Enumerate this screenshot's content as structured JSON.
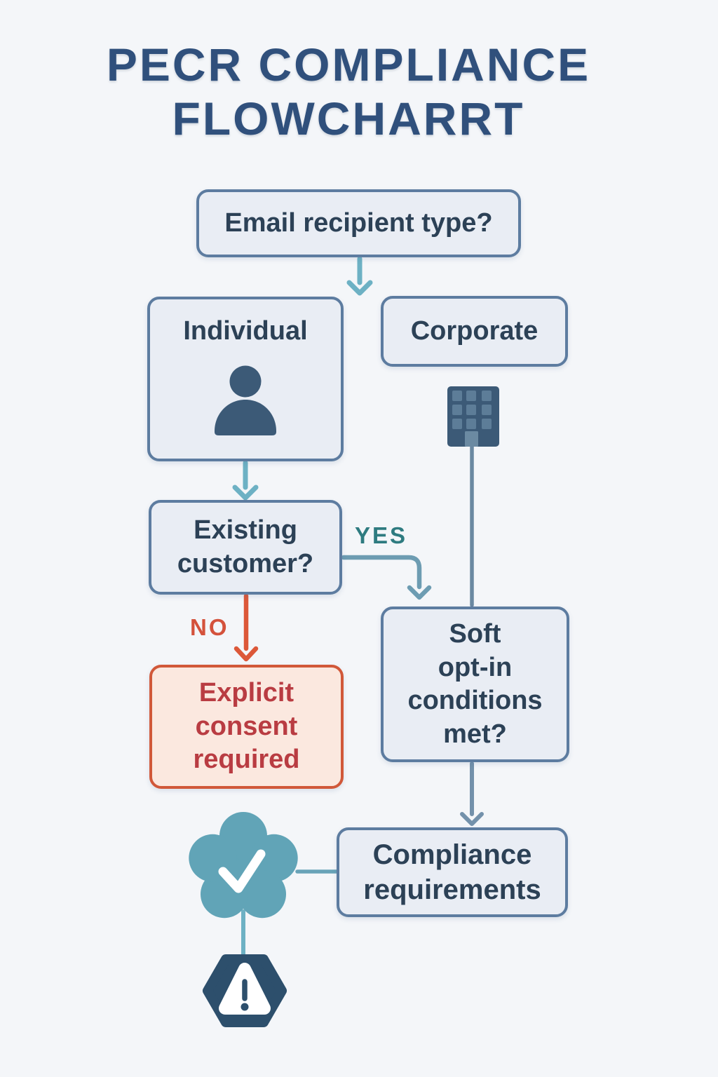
{
  "title": "PECR COMPLIANCE\nFLOWCHARRT",
  "nodes": {
    "email_recipient": {
      "label": "Email recipient type?"
    },
    "individual": {
      "label": "Individual"
    },
    "corporate": {
      "label": "Corporate"
    },
    "existing_customer": {
      "label": "Existing\ncustomer?"
    },
    "explicit_consent": {
      "label": "Explicit\nconsent\nrequired"
    },
    "soft_opt_in": {
      "label": "Soft\nopt-in\nconditions\nmet?"
    },
    "compliance_requirements": {
      "label": "Compliance\nrequirements"
    }
  },
  "edge_labels": {
    "yes": "YES",
    "no": "NO"
  },
  "icons": {
    "individual": "person-icon",
    "corporate": "building-icon",
    "approved": "verified-badge-check-icon",
    "warning": "warning-hexagon-icon"
  },
  "colors": {
    "page_bg": "#f4f6f9",
    "title_text": "#30507c",
    "node_fill": "#e9edf4",
    "node_border": "#5d7ca0",
    "node_text": "#2c4156",
    "consent_fill": "#fbe8df",
    "consent_border": "#d15839",
    "consent_text": "#b93c42",
    "yes_text": "#2e7b80",
    "no_text": "#d4523c",
    "no_arrow": "#dc5839",
    "teal_arrow": "#6db1c4",
    "steel_teal_arrow": "#6d9cb2",
    "steel_blue_line": "#6a88a1",
    "steel_blue_arrow": "#7391ab",
    "badge_connector": "#68a3b8",
    "icon_dark": "#3c5a77",
    "building_window": "#5d7d98",
    "building_door": "#6b8aa2",
    "badge_fill": "#61a4b7",
    "check_mark": "#ffffff",
    "hexagon_fill": "#2d4f6c",
    "triangle_fill": "#ffffff"
  }
}
